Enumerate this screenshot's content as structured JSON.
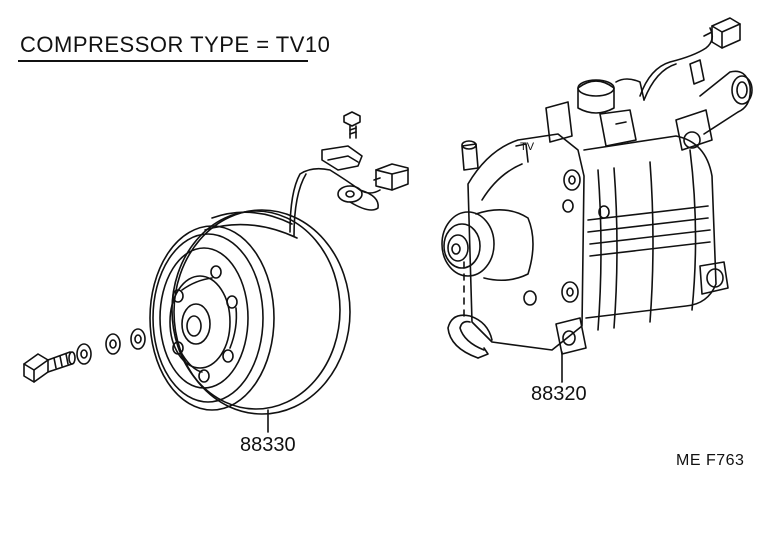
{
  "diagram": {
    "title": "COMPRESSOR  TYPE = TV10",
    "parts": [
      {
        "part_number": "88330"
      },
      {
        "part_number": "88320"
      }
    ],
    "drawing_code": "ME   F763",
    "colors": {
      "ink": "#111111",
      "paper": "#ffffff"
    }
  }
}
